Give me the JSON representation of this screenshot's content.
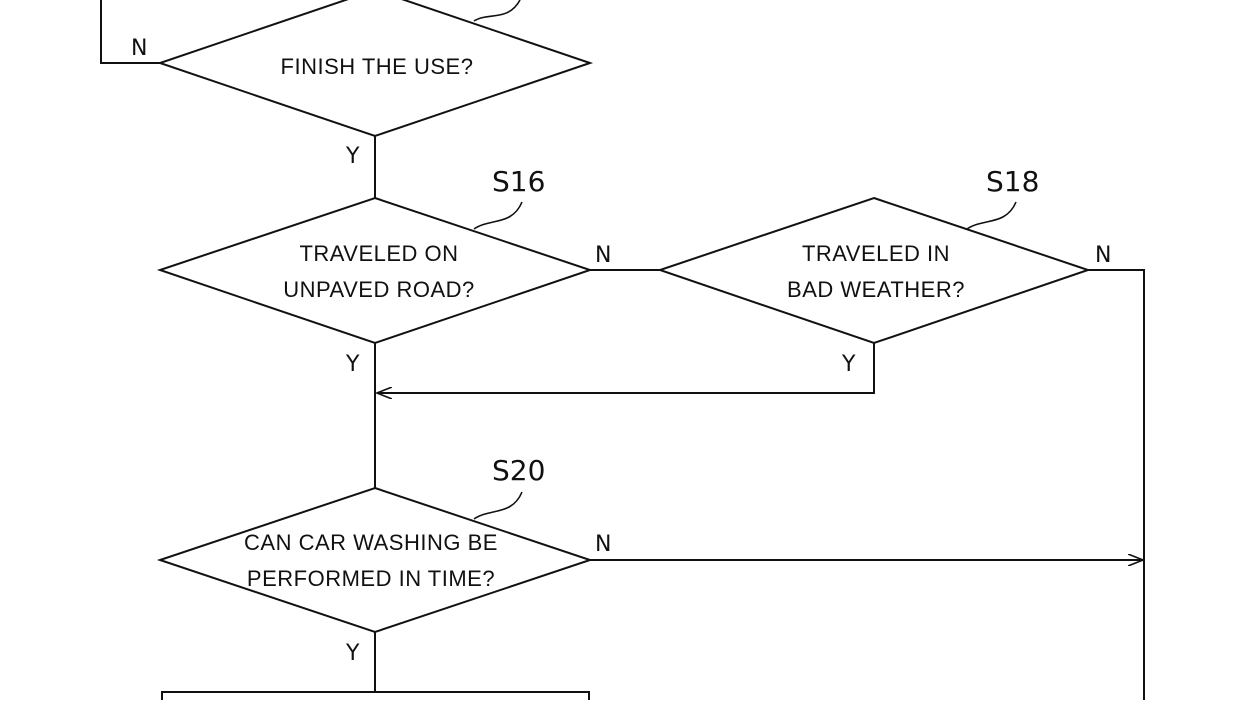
{
  "steps": {
    "finish": {
      "text": [
        "FINISH THE USE?"
      ],
      "label": ""
    },
    "s16": {
      "label": "S16",
      "text": [
        "TRAVELED ON",
        "UNPAVED ROAD?"
      ]
    },
    "s18": {
      "label": "S18",
      "text": [
        "TRAVELED IN",
        "BAD WEATHER?"
      ]
    },
    "s20": {
      "label": "S20",
      "text": [
        "CAN CAR WASHING BE",
        "PERFORMED IN TIME?"
      ]
    }
  },
  "branches": {
    "finish_no": "N",
    "finish_yes": "Y",
    "s16_no": "N",
    "s16_yes": "Y",
    "s18_no": "N",
    "s18_yes": "Y",
    "s20_no": "N",
    "s20_yes": "Y"
  }
}
